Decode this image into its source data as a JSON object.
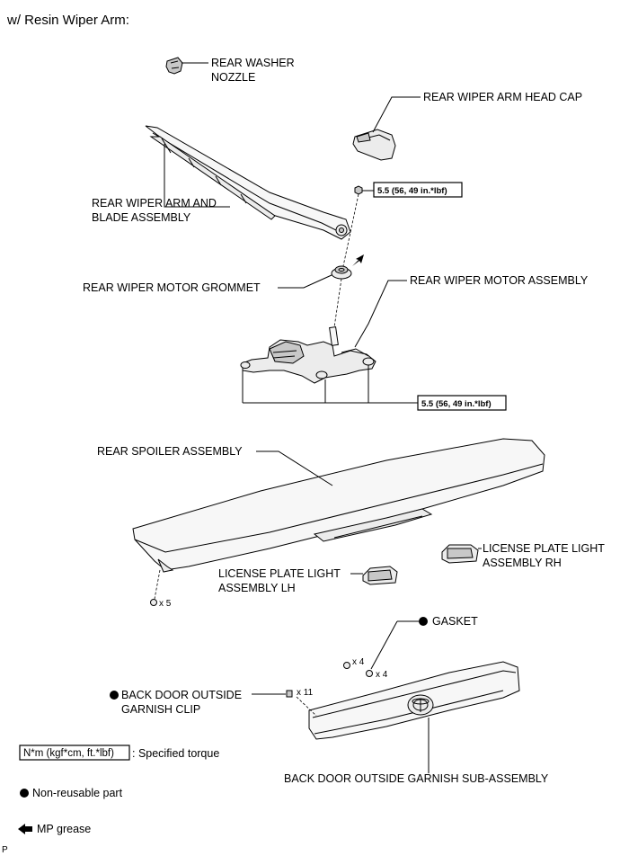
{
  "title": "w/ Resin Wiper Arm:",
  "labels": {
    "washer_nozzle_1": "REAR WASHER",
    "washer_nozzle_2": "NOZZLE",
    "head_cap": "REAR WIPER ARM HEAD CAP",
    "arm_blade_1": "REAR WIPER ARM AND",
    "arm_blade_2": "BLADE ASSEMBLY",
    "grommet": "REAR WIPER MOTOR GROMMET",
    "motor": "REAR WIPER MOTOR ASSEMBLY",
    "spoiler": "REAR SPOILER ASSEMBLY",
    "lp_rh_1": "LICENSE PLATE LIGHT",
    "lp_rh_2": "ASSEMBLY RH",
    "lp_lh_1": "LICENSE PLATE LIGHT",
    "lp_lh_2": "ASSEMBLY LH",
    "gasket": "GASKET",
    "clip_1": "BACK DOOR OUTSIDE",
    "clip_2": "GARNISH CLIP",
    "garnish": "BACK DOOR OUTSIDE GARNISH SUB-ASSEMBLY"
  },
  "torque": {
    "nut": "5.5 (56, 49 in.*lbf)",
    "motor_bolts": "5.5 (56, 49 in.*lbf)"
  },
  "counts": {
    "spoiler_fasteners": "x 5",
    "upper_x4": "x 4",
    "gasket_x4": "x 4",
    "clip_x11": "x 11"
  },
  "legend": {
    "torque_box": "N*m (kgf*cm, ft.*lbf)",
    "torque_text": ": Specified torque",
    "nonreusable": "Non-reusable part",
    "grease": "MP grease"
  },
  "footer_code": "P"
}
